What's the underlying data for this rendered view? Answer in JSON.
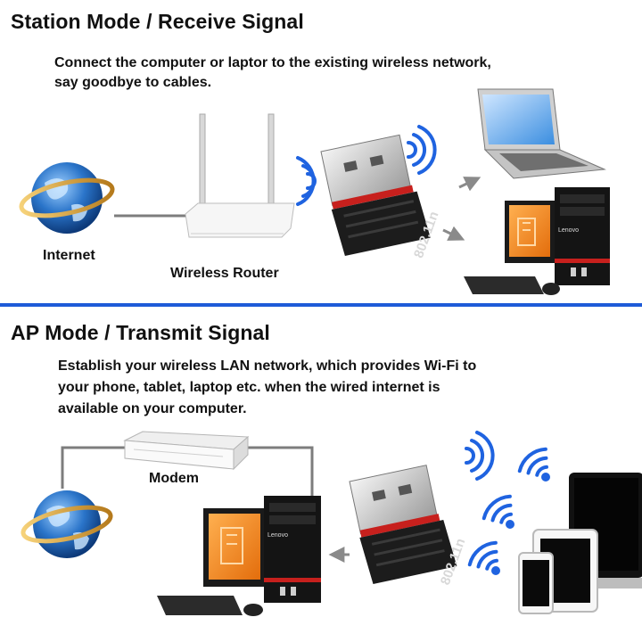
{
  "station": {
    "title": "Station Mode / Receive Signal",
    "desc_line1": "Connect the computer or laptor to the existing wireless network,",
    "desc_line2": "say goodbye to cables.",
    "internet_label": "Internet",
    "router_label": "Wireless Router"
  },
  "ap": {
    "title": "AP Mode / Transmit Signal",
    "desc_line1": "Establish your wireless LAN network, which provides Wi-Fi to",
    "desc_line2": "your phone, tablet, laptop etc. when the wired internet is",
    "desc_line3": "available on your computer.",
    "modem_label": "Modem"
  },
  "adapter_text": "802.11n",
  "pc_brand": "Lenovo",
  "colors": {
    "divider_blue": "#1e5bd8",
    "wifi_blue": "#1f63e0",
    "pc_orange": "#f28a1e",
    "globe_blue": "#2a74c9",
    "ring_gold": "#d9a441"
  }
}
